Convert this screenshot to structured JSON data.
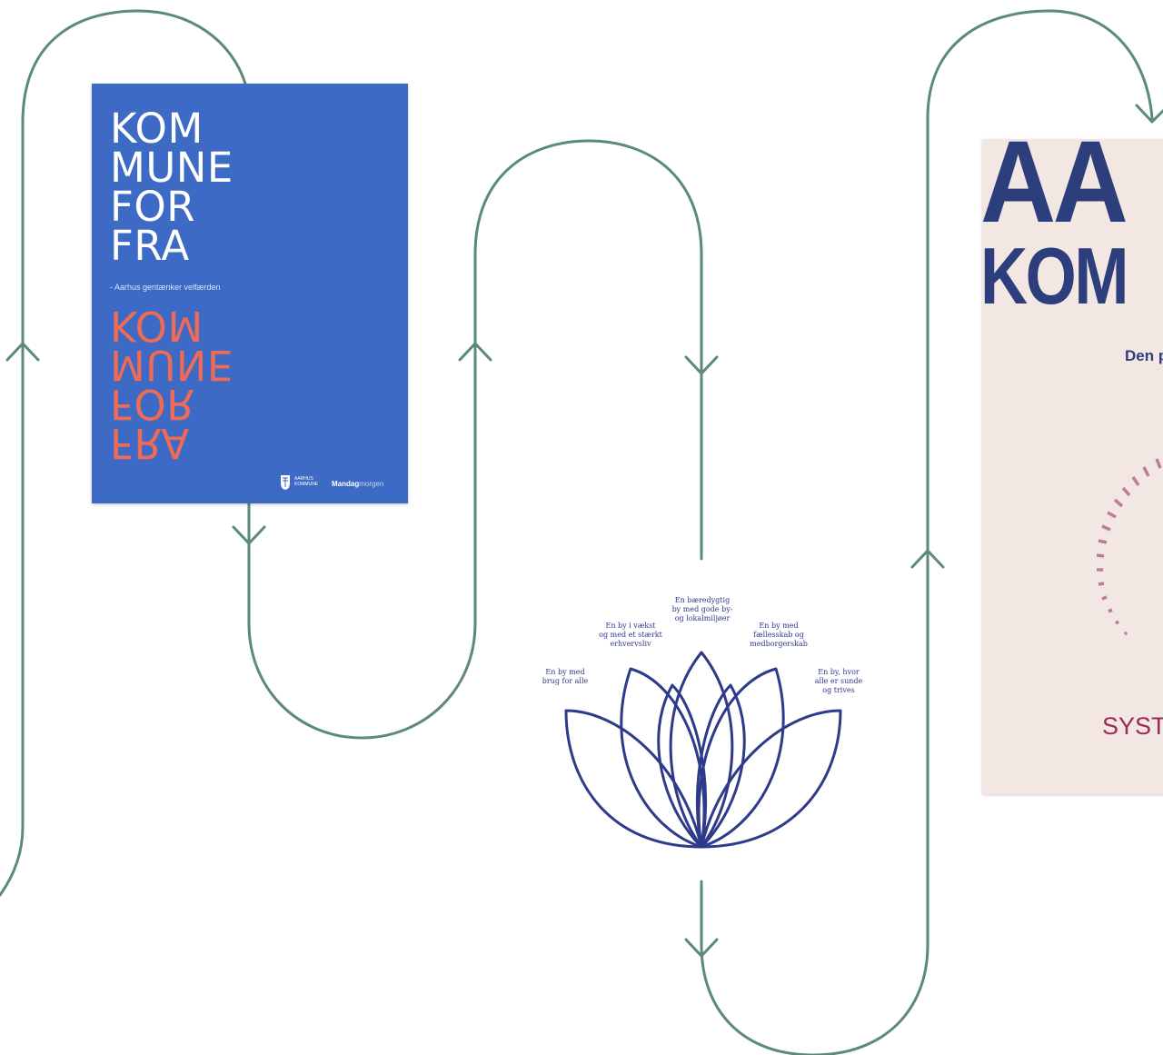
{
  "diagram": {
    "line_color": "#5b8a78",
    "arrow_directions": [
      "up",
      "down",
      "up",
      "down",
      "down",
      "up",
      "down"
    ]
  },
  "book_kommune": {
    "title_lines": [
      "KOM",
      "MUNE",
      "FOR",
      "FRA"
    ],
    "subtitle": "- Aarhus gentænker velfærden",
    "mirrored_lines": [
      "KOM",
      "MUNE",
      "FOR",
      "FRA"
    ],
    "logo_text": "AARHUS KOMMUNE",
    "publisher_bold": "Mandag",
    "publisher_light": "morgen",
    "colors": {
      "cover": "#3c6ac4",
      "title": "#ffffff",
      "mirror": "#ef6b55"
    }
  },
  "lotus": {
    "color": "#2e3a8a",
    "labels": [
      "En bæredygtig\nby med gode by-\nog lokalmiljøer",
      "En by i vækst\nog med et stærkt\nerhvervsliv",
      "En by med\nfællesskab og\nmedborgerskab",
      "En by med\nbrug for alle",
      "En by, hvor\nalle er sunde\nog trives"
    ]
  },
  "book_aarhus": {
    "line1": "AA",
    "line2": "KOM",
    "subtitle": "Den p",
    "bottom": "SYST",
    "colors": {
      "cover": "#f3e7e4",
      "title": "#2c3f7c",
      "accent": "#9b2a57"
    }
  }
}
